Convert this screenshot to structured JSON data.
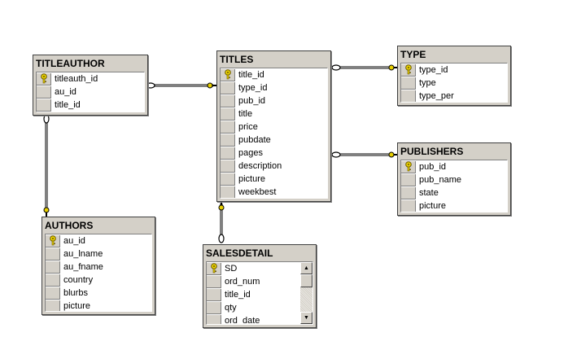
{
  "tables": {
    "titleauthor": {
      "name": "TITLEAUTHOR",
      "columns": [
        "titleauth_id",
        "au_id",
        "title_id"
      ],
      "key_column": "titleauth_id"
    },
    "titles": {
      "name": "TITLES",
      "columns": [
        "title_id",
        "type_id",
        "pub_id",
        "title",
        "price",
        "pubdate",
        "pages",
        "description",
        "picture",
        "weekbest"
      ],
      "key_column": "title_id"
    },
    "type": {
      "name": "TYPE",
      "columns": [
        "type_id",
        "type",
        "type_per"
      ],
      "key_column": "type_id"
    },
    "publishers": {
      "name": "PUBLISHERS",
      "columns": [
        "pub_id",
        "pub_name",
        "state",
        "picture"
      ],
      "key_column": "pub_id"
    },
    "authors": {
      "name": "AUTHORS",
      "columns": [
        "au_id",
        "au_lname",
        "au_fname",
        "country",
        "blurbs",
        "picture"
      ],
      "key_column": "au_id"
    },
    "salesdetail": {
      "name": "SALESDETAIL",
      "columns": [
        "SD",
        "ord_num",
        "title_id",
        "qty",
        "ord_date"
      ],
      "key_column": "SD"
    }
  },
  "relationships": [
    {
      "from": "TITLEAUTHOR",
      "to": "TITLES"
    },
    {
      "from": "TITLES",
      "to": "TYPE"
    },
    {
      "from": "TITLES",
      "to": "PUBLISHERS"
    },
    {
      "from": "TITLEAUTHOR",
      "to": "AUTHORS"
    },
    {
      "from": "SALESDETAIL",
      "to": "TITLES"
    }
  ],
  "colors": {
    "key_icon": "#e8d000",
    "connector": "#000000",
    "panel": "#d4d0c8"
  }
}
